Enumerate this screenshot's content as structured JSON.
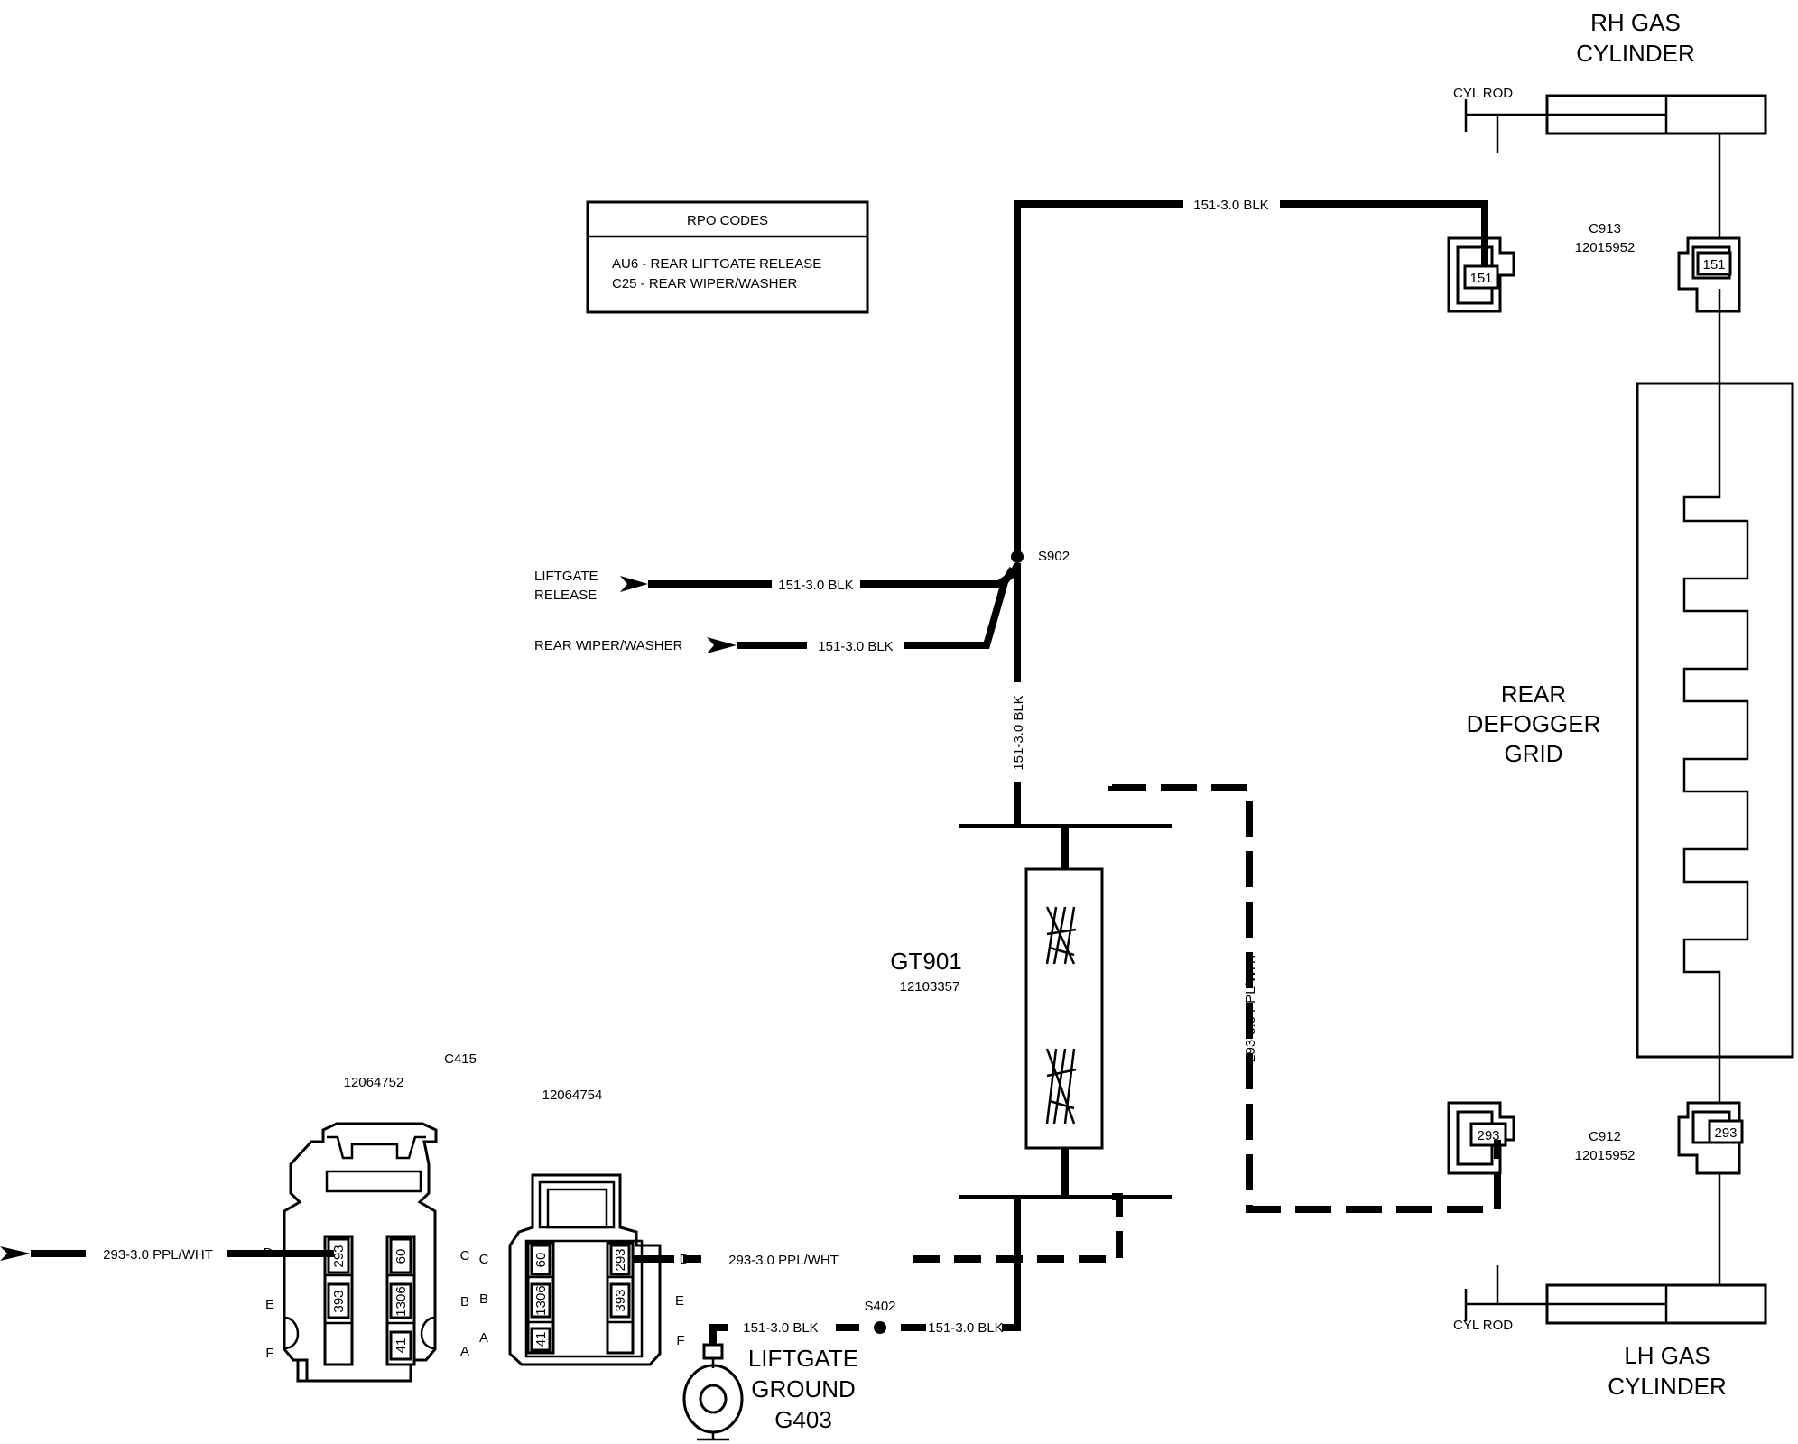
{
  "rpo": {
    "title": "RPO CODES",
    "line1": "AU6 - REAR LIFTGATE RELEASE",
    "line2": "C25 - REAR WIPER/WASHER"
  },
  "rh_cylinder": {
    "line1": "RH GAS",
    "line2": "CYLINDER",
    "rod": "CYL ROD"
  },
  "lh_cylinder": {
    "line1": "LH GAS",
    "line2": "CYLINDER",
    "rod": "CYL ROD"
  },
  "c913": {
    "name": "C913",
    "part": "12015952",
    "cavity": "151"
  },
  "c913_mate": {
    "cavity": "151"
  },
  "c912": {
    "name": "C912",
    "part": "12015952",
    "cavity": "293"
  },
  "c912_mate": {
    "cavity": "293"
  },
  "defogger": {
    "line1": "REAR",
    "line2": "DEFOGGER",
    "line3": "GRID"
  },
  "splice_s902": "S902",
  "splice_s402": "S402",
  "inputs": {
    "liftgate_1": "LIFTGATE",
    "liftgate_2": "RELEASE",
    "wiper": "REAR WIPER/WASHER"
  },
  "wires": {
    "top": "151-3.0 BLK",
    "liftgate": "151-3.0 BLK",
    "wiper": "151-3.0 BLK",
    "vertical": "151-3.0 BLK",
    "ppl_right": "293-3.0 PPL/WHT",
    "ppl_left": "293-3.0 PPL/WHT",
    "ppl_mid": "293-3.0 PPL/WHT",
    "gnd_left": "151-3.0 BLK",
    "gnd_right": "151-3.0 BLK"
  },
  "gt901": {
    "name": "GT901",
    "part": "12103357"
  },
  "c415": {
    "name": "C415",
    "left_part": "12064752",
    "right_part": "12064754",
    "left_rows": [
      "D",
      "E",
      "F"
    ],
    "left_right_rows": [
      "C",
      "B",
      "A"
    ],
    "right_left_rows": [
      "C",
      "B",
      "A"
    ],
    "right_rows": [
      "D",
      "E",
      "F"
    ],
    "left_cavities": [
      "293",
      "393",
      "",
      "60",
      "1306",
      "41"
    ],
    "right_cavities": [
      "60",
      "1306",
      "41",
      "293",
      "393",
      ""
    ]
  },
  "ground": {
    "line1": "LIFTGATE",
    "line2": "GROUND",
    "line3": "G403"
  }
}
